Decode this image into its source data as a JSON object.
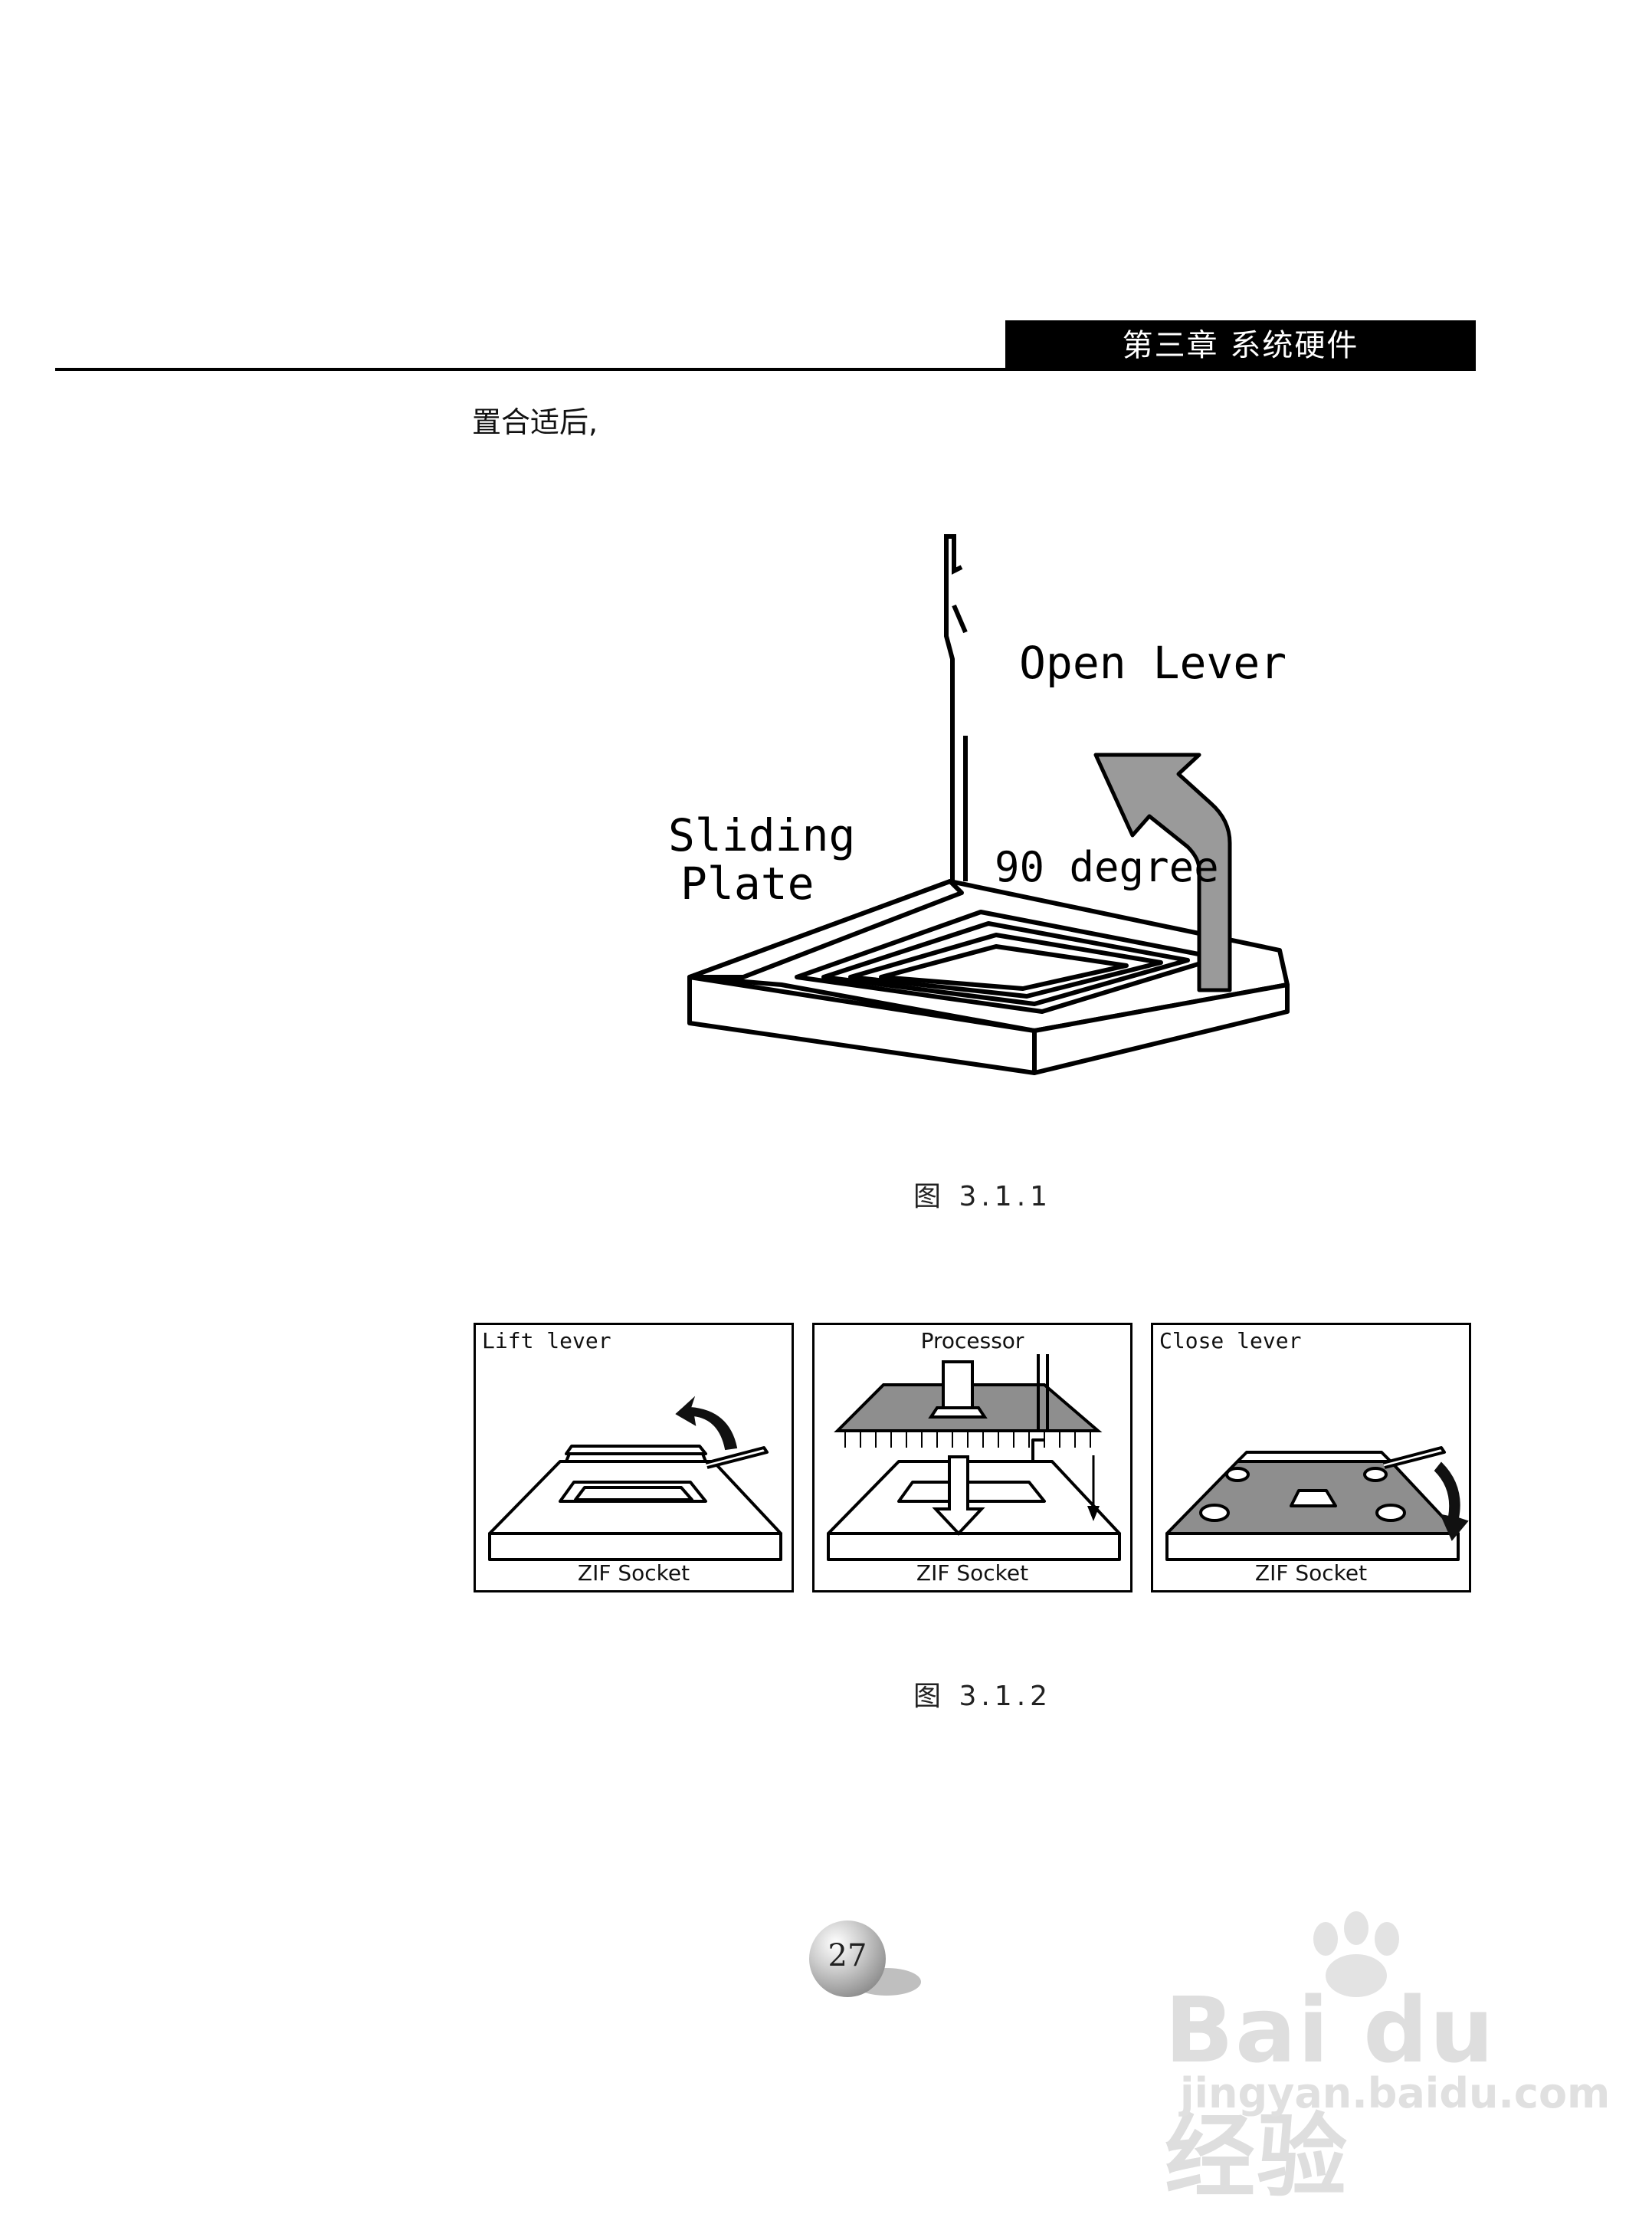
{
  "header": {
    "chapter": "第三章  系统硬件"
  },
  "body": {
    "text": "置合适后,"
  },
  "figure1": {
    "labels": {
      "open_lever": "Open Lever",
      "sliding": "Sliding",
      "plate": "Plate",
      "degree": "90 degree"
    },
    "caption": "图 3.1.1"
  },
  "figure2": {
    "panels": [
      {
        "title": "Lift lever",
        "footer": "ZIF Socket"
      },
      {
        "title": "Processor",
        "footer": "ZIF Socket"
      },
      {
        "title": "Close lever",
        "footer": "ZIF Socket"
      }
    ],
    "caption": "图 3.1.2"
  },
  "page_number": "27",
  "watermark": {
    "brand": "Bai du 经验",
    "url": "jingyan.baidu.com"
  }
}
